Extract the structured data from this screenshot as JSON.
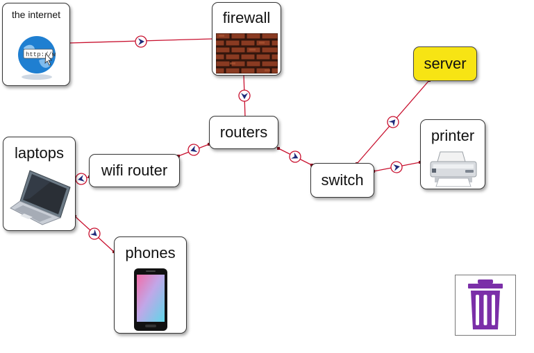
{
  "nodes": {
    "internet": {
      "label": "the internet",
      "icon": "globe-icon"
    },
    "firewall": {
      "label": "firewall",
      "icon": "brick-wall-icon"
    },
    "routers": {
      "label": "routers"
    },
    "wifi_router": {
      "label": "wifi router"
    },
    "laptops": {
      "label": "laptops",
      "icon": "laptop-icon"
    },
    "phones": {
      "label": "phones",
      "icon": "smartphone-icon"
    },
    "switch": {
      "label": "switch"
    },
    "server": {
      "label": "server",
      "highlight_color": "#f7e414"
    },
    "printer": {
      "label": "printer",
      "icon": "printer-icon"
    }
  },
  "connections": [
    {
      "from": "internet",
      "to": "firewall"
    },
    {
      "from": "firewall",
      "to": "routers"
    },
    {
      "from": "routers",
      "to": "wifi_router"
    },
    {
      "from": "wifi_router",
      "to": "laptops"
    },
    {
      "from": "laptops",
      "to": "phones"
    },
    {
      "from": "routers",
      "to": "switch"
    },
    {
      "from": "switch",
      "to": "server"
    },
    {
      "from": "switch",
      "to": "printer"
    }
  ],
  "colors": {
    "edge": "#c8102e",
    "arrow": "#1f2a7a",
    "trash": "#7b2fa8"
  },
  "toolbar": {
    "delete_icon": "trash-icon"
  }
}
